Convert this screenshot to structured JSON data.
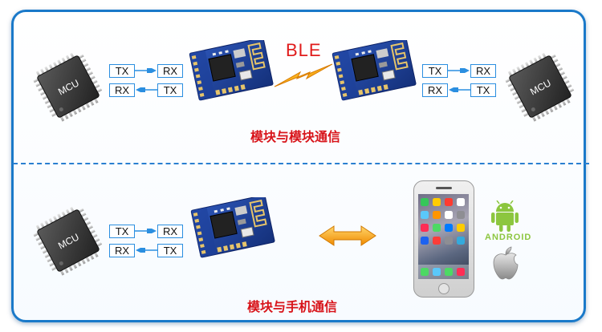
{
  "chip_label": "MCU",
  "signal_tx": "TX",
  "signal_rx": "RX",
  "protocol": "BLE",
  "caption_module_to_module": "模块与模块通信",
  "caption_module_to_phone": "模块与手机通信",
  "android_wordmark": "ANDROID",
  "colors": {
    "frame": "#1a79c9",
    "caption": "#d8141a",
    "box_border": "#2a8ee0",
    "lightning": "#f5a300",
    "double_arrow": "#f7a21b",
    "android": "#8cc63f",
    "pcb": "#1b3a8a"
  },
  "icons": [
    "mcu-chip-icon",
    "ble-module-icon",
    "lightning-icon",
    "double-arrow-icon",
    "smartphone-icon",
    "android-icon",
    "apple-icon"
  ]
}
